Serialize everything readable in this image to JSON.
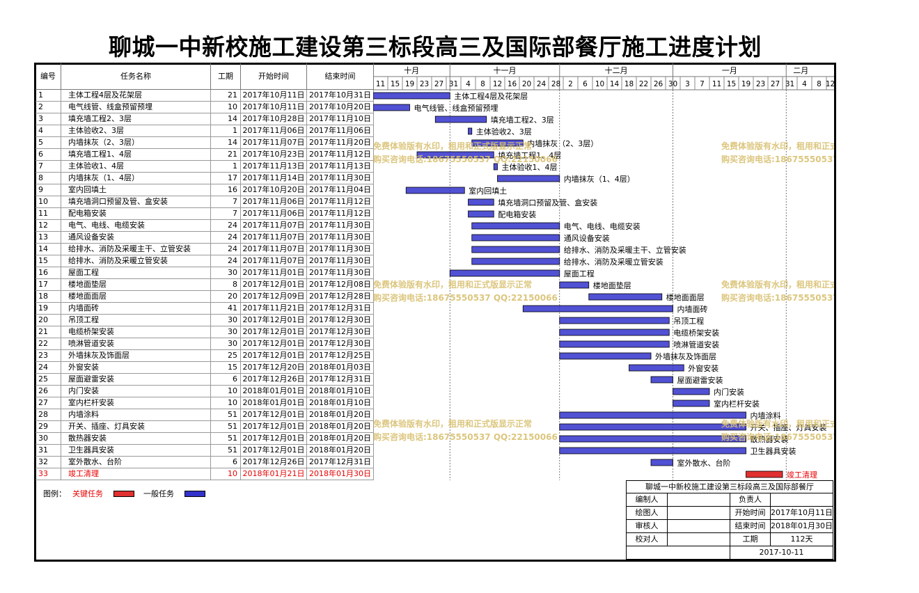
{
  "title": "聊城一中新校施工建设第三标段高三及国际部餐厅施工进度计划",
  "columns": {
    "no": "编号",
    "name": "任务名称",
    "duration": "工期",
    "start": "开始时间",
    "end": "结束时间"
  },
  "timeline": {
    "months": [
      {
        "label": "十月"
      },
      {
        "label": "十一月"
      },
      {
        "label": "十二月"
      },
      {
        "label": "一月"
      },
      {
        "label": "二月"
      }
    ],
    "days": [
      "11",
      "15",
      "19",
      "23",
      "27",
      "31",
      "4",
      "8",
      "12",
      "16",
      "20",
      "24",
      "28",
      "2",
      "6",
      "10",
      "14",
      "18",
      "22",
      "26",
      "30",
      "3",
      "7",
      "11",
      "15",
      "19",
      "23",
      "27",
      "31",
      "4",
      "8",
      "12"
    ]
  },
  "chart_data": {
    "type": "gantt",
    "axis_start": "2017-10-11",
    "critical_color": "#e03030",
    "normal_color": "#3333cc",
    "tasks": [
      {
        "no": "1",
        "name": "主体工程4层及花架层",
        "duration": "21",
        "start": "2017年10月11日",
        "end": "2017年10月31日",
        "start_iso": "2017-10-11",
        "end_iso": "2017-10-31",
        "critical": false
      },
      {
        "no": "2",
        "name": "电气线管、线盒预留预埋",
        "duration": "10",
        "start": "2017年10月11日",
        "end": "2017年10月20日",
        "start_iso": "2017-10-11",
        "end_iso": "2017-10-20",
        "critical": false
      },
      {
        "no": "3",
        "name": "填充墙工程2、3层",
        "duration": "14",
        "start": "2017年10月28日",
        "end": "2017年11月10日",
        "start_iso": "2017-10-28",
        "end_iso": "2017-11-10",
        "critical": false
      },
      {
        "no": "4",
        "name": "主体验收2、3层",
        "duration": "1",
        "start": "2017年11月06日",
        "end": "2017年11月06日",
        "start_iso": "2017-11-06",
        "end_iso": "2017-11-06",
        "critical": false
      },
      {
        "no": "5",
        "name": "内墙抹灰（2、3层）",
        "duration": "14",
        "start": "2017年11月07日",
        "end": "2017年11月20日",
        "start_iso": "2017-11-07",
        "end_iso": "2017-11-20",
        "critical": false
      },
      {
        "no": "6",
        "name": "填充墙工程1、4层",
        "duration": "21",
        "start": "2017年10月23日",
        "end": "2017年11月12日",
        "start_iso": "2017-10-23",
        "end_iso": "2017-11-12",
        "critical": false
      },
      {
        "no": "7",
        "name": "主体验收1、4层",
        "duration": "1",
        "start": "2017年11月13日",
        "end": "2017年11月13日",
        "start_iso": "2017-11-13",
        "end_iso": "2017-11-13",
        "critical": false
      },
      {
        "no": "8",
        "name": "内墙抹灰（1、4层）",
        "duration": "17",
        "start": "2017年11月14日",
        "end": "2017年11月30日",
        "start_iso": "2017-11-14",
        "end_iso": "2017-11-30",
        "critical": false
      },
      {
        "no": "9",
        "name": "室内回填土",
        "duration": "16",
        "start": "2017年10月20日",
        "end": "2017年11月04日",
        "start_iso": "2017-10-20",
        "end_iso": "2017-11-04",
        "critical": false
      },
      {
        "no": "10",
        "name": "填充墙洞口预留及管、盒安装",
        "duration": "7",
        "start": "2017年11月06日",
        "end": "2017年11月12日",
        "start_iso": "2017-11-06",
        "end_iso": "2017-11-12",
        "critical": false
      },
      {
        "no": "11",
        "name": "配电箱安装",
        "duration": "7",
        "start": "2017年11月06日",
        "end": "2017年11月12日",
        "start_iso": "2017-11-06",
        "end_iso": "2017-11-12",
        "critical": false
      },
      {
        "no": "12",
        "name": "电气、电线、电缆安装",
        "duration": "24",
        "start": "2017年11月07日",
        "end": "2017年11月30日",
        "start_iso": "2017-11-07",
        "end_iso": "2017-11-30",
        "critical": false
      },
      {
        "no": "13",
        "name": "通风设备安装",
        "duration": "24",
        "start": "2017年11月07日",
        "end": "2017年11月30日",
        "start_iso": "2017-11-07",
        "end_iso": "2017-11-30",
        "critical": false
      },
      {
        "no": "14",
        "name": "给排水、消防及采暖主干、立管安装",
        "duration": "24",
        "start": "2017年11月07日",
        "end": "2017年11月30日",
        "start_iso": "2017-11-07",
        "end_iso": "2017-11-30",
        "critical": false
      },
      {
        "no": "15",
        "name": "给排水、消防及采暖立管安装",
        "duration": "24",
        "start": "2017年11月07日",
        "end": "2017年11月30日",
        "start_iso": "2017-11-07",
        "end_iso": "2017-11-30",
        "critical": false
      },
      {
        "no": "16",
        "name": "屋面工程",
        "duration": "30",
        "start": "2017年11月01日",
        "end": "2017年11月30日",
        "start_iso": "2017-11-01",
        "end_iso": "2017-11-30",
        "critical": false
      },
      {
        "no": "17",
        "name": "楼地面垫层",
        "duration": "8",
        "start": "2017年12月01日",
        "end": "2017年12月08日",
        "start_iso": "2017-12-01",
        "end_iso": "2017-12-08",
        "critical": false
      },
      {
        "no": "18",
        "name": "楼地面面层",
        "duration": "20",
        "start": "2017年12月09日",
        "end": "2017年12月28日",
        "start_iso": "2017-12-09",
        "end_iso": "2017-12-28",
        "critical": false
      },
      {
        "no": "19",
        "name": "内墙面砖",
        "duration": "41",
        "start": "2017年11月21日",
        "end": "2017年12月31日",
        "start_iso": "2017-11-21",
        "end_iso": "2017-12-31",
        "critical": false
      },
      {
        "no": "20",
        "name": "吊顶工程",
        "duration": "30",
        "start": "2017年12月01日",
        "end": "2017年12月30日",
        "start_iso": "2017-12-01",
        "end_iso": "2017-12-30",
        "critical": false
      },
      {
        "no": "21",
        "name": "电缆桥架安装",
        "duration": "30",
        "start": "2017年12月01日",
        "end": "2017年12月30日",
        "start_iso": "2017-12-01",
        "end_iso": "2017-12-30",
        "critical": false
      },
      {
        "no": "22",
        "name": "喷淋管道安装",
        "duration": "30",
        "start": "2017年12月01日",
        "end": "2017年12月30日",
        "start_iso": "2017-12-01",
        "end_iso": "2017-12-30",
        "critical": false
      },
      {
        "no": "23",
        "name": "外墙抹灰及饰面层",
        "duration": "25",
        "start": "2017年12月01日",
        "end": "2017年12月25日",
        "start_iso": "2017-12-01",
        "end_iso": "2017-12-25",
        "critical": false
      },
      {
        "no": "24",
        "name": "外窗安装",
        "duration": "15",
        "start": "2017年12月20日",
        "end": "2018年01月03日",
        "start_iso": "2017-12-20",
        "end_iso": "2018-01-03",
        "critical": false
      },
      {
        "no": "25",
        "name": "屋面避雷安装",
        "duration": "6",
        "start": "2017年12月26日",
        "end": "2017年12月31日",
        "start_iso": "2017-12-26",
        "end_iso": "2017-12-31",
        "critical": false
      },
      {
        "no": "26",
        "name": "内门安装",
        "duration": "10",
        "start": "2018年01月01日",
        "end": "2018年01月10日",
        "start_iso": "2018-01-01",
        "end_iso": "2018-01-10",
        "critical": false
      },
      {
        "no": "27",
        "name": "室内栏杆安装",
        "duration": "10",
        "start": "2018年01月01日",
        "end": "2018年01月10日",
        "start_iso": "2018-01-01",
        "end_iso": "2018-01-10",
        "critical": false
      },
      {
        "no": "28",
        "name": "内墙涂料",
        "duration": "51",
        "start": "2017年12月01日",
        "end": "2018年01月20日",
        "start_iso": "2017-12-01",
        "end_iso": "2018-01-20",
        "critical": false
      },
      {
        "no": "29",
        "name": "开关、插座、灯具安装",
        "duration": "51",
        "start": "2017年12月01日",
        "end": "2018年01月20日",
        "start_iso": "2017-12-01",
        "end_iso": "2018-01-20",
        "critical": false
      },
      {
        "no": "30",
        "name": "散热器安装",
        "duration": "51",
        "start": "2017年12月01日",
        "end": "2018年01月20日",
        "start_iso": "2017-12-01",
        "end_iso": "2018-01-20",
        "critical": false
      },
      {
        "no": "31",
        "name": "卫生器具安装",
        "duration": "51",
        "start": "2017年12月01日",
        "end": "2018年01月20日",
        "start_iso": "2017-12-01",
        "end_iso": "2018-01-20",
        "critical": false
      },
      {
        "no": "32",
        "name": "室外散水、台阶",
        "duration": "6",
        "start": "2017年12月26日",
        "end": "2017年12月31日",
        "start_iso": "2017-12-26",
        "end_iso": "2017-12-31",
        "critical": false
      },
      {
        "no": "33",
        "name": "竣工清理",
        "duration": "10",
        "start": "2018年01月21日",
        "end": "2018年01月30日",
        "start_iso": "2018-01-21",
        "end_iso": "2018-01-30",
        "critical": true
      }
    ]
  },
  "watermark": {
    "line1": "免费体验版有水印，租用和正式版显示正常",
    "line2": "购买咨询电话:18675550537 QQ:22150066",
    "color": "#d8c070"
  },
  "legend": {
    "label": "图例：",
    "critical_label": "关键任务",
    "normal_label": "一般任务"
  },
  "info": {
    "title": "聊城一中新校施工建设第三标段高三及国际部餐厅",
    "compiler_label": "编制人",
    "owner_label": "负责人",
    "drawer_label": "绘图人",
    "start_label": "开始时间",
    "start_value": "2017年10月11日",
    "reviewer_label": "审核人",
    "end_label": "结束时间",
    "end_value": "2018年01月30日",
    "checker_label": "校对人",
    "duration_label": "工期",
    "duration_value": "112天",
    "date": "2017-10-11"
  }
}
